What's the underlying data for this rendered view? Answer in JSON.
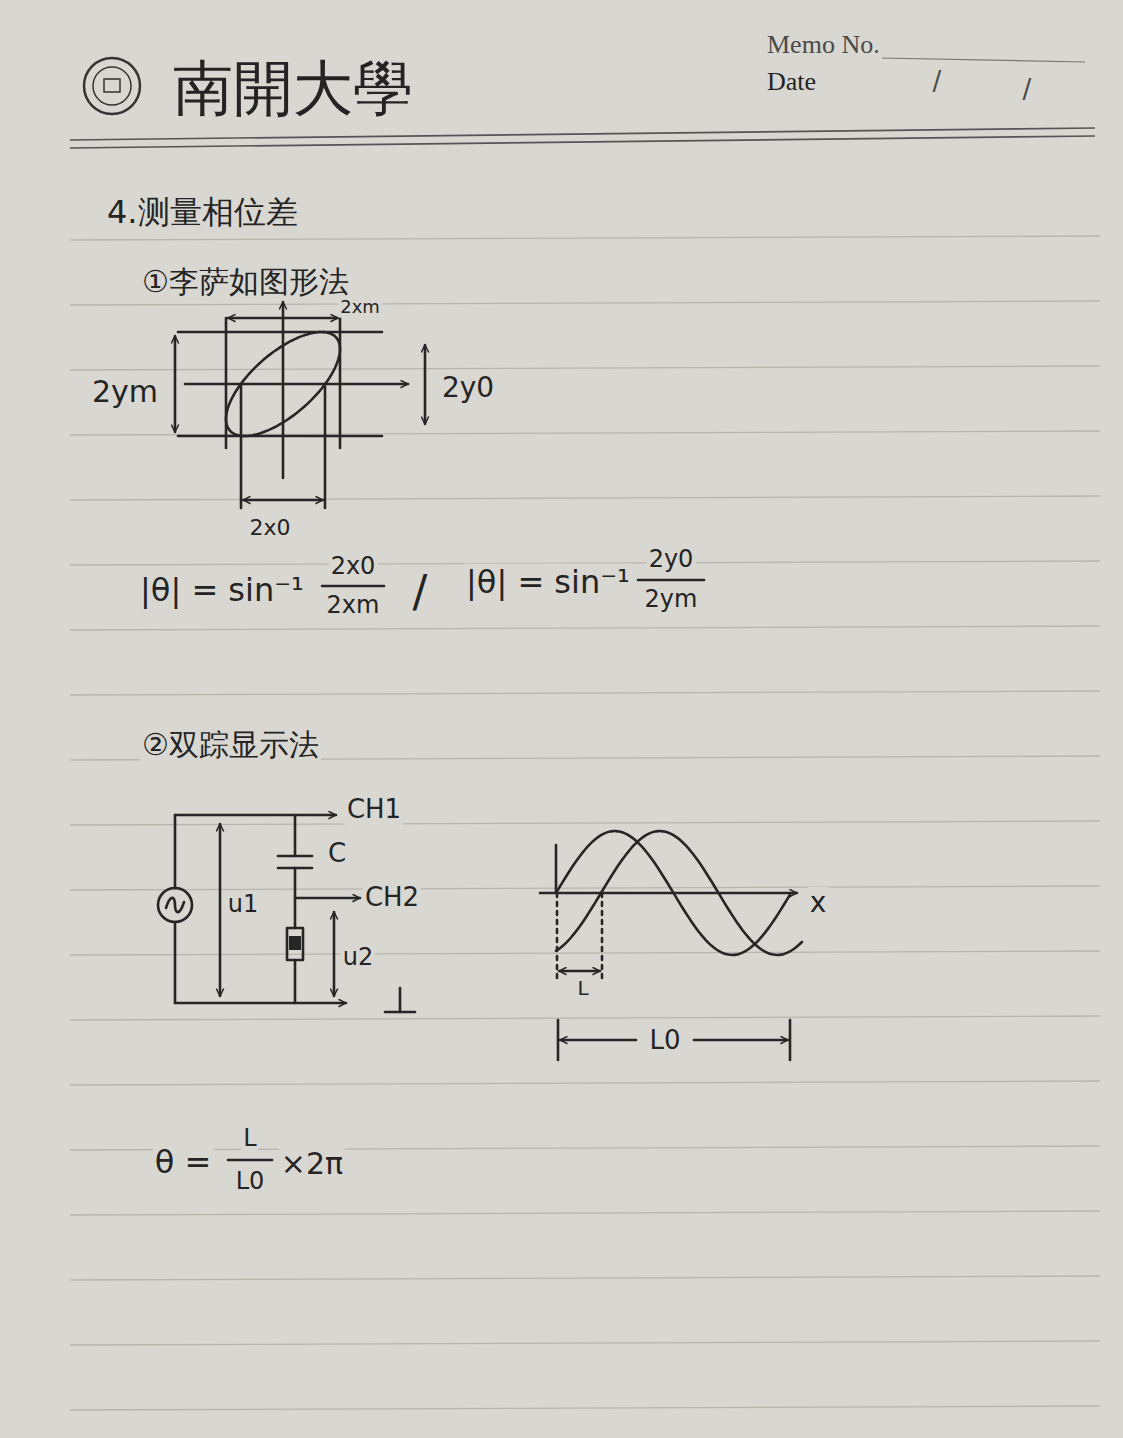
{
  "diagram": {
    "title": "4.测量相位差",
    "labels": [
      "南開大學",
      "Memo No.",
      "Date",
      "/",
      "/",
      "①李萨如图形法",
      "2xm",
      "2ym",
      "2y0",
      "2x0",
      "|θ| = sin⁻¹",
      "2x0",
      "2xm",
      "/",
      "|θ| = sin⁻¹",
      "2y0",
      "2ym",
      "②双踪显示法",
      "CH1",
      "C",
      "CH2",
      "u1",
      "u2",
      "x",
      "L",
      "L0",
      "θ =",
      "L",
      "L0",
      "×2π"
    ]
  }
}
